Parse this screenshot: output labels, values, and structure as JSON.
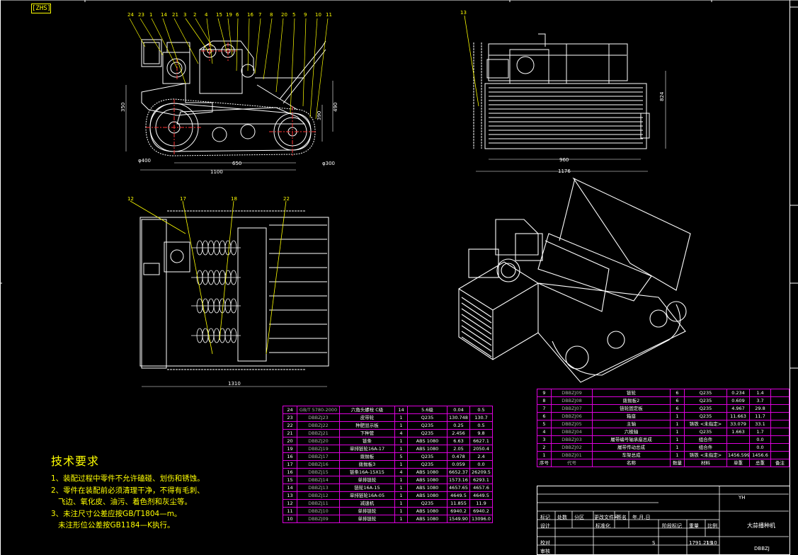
{
  "drawing": {
    "tag": "[ZHS]",
    "front_view": {
      "balloons": [
        "24",
        "23",
        "1",
        "14",
        "21",
        "3",
        "2",
        "4",
        "15",
        "19",
        "6",
        "16",
        "7",
        "8",
        "20",
        "5",
        "9",
        "10",
        "11"
      ],
      "dims": {
        "d400": "φ400",
        "d300": "φ300",
        "w1100": "1100",
        "w650": "650",
        "h350": "350",
        "h490": "490",
        "h390": "390"
      }
    },
    "side_view": {
      "balloons": [
        "13"
      ],
      "dims": {
        "w960": "960",
        "w1176": "1176",
        "h824": "824"
      }
    },
    "top_view": {
      "balloons": [
        "12",
        "17",
        "18",
        "22"
      ],
      "dims": {
        "w1310": "1310"
      }
    }
  },
  "tech": {
    "title": "技术要求",
    "lines": [
      "1、装配过程中零件不允许磕碰、划伤和锈蚀。",
      "2、零件在装配前必须清理干净，不得有毛刺、",
      "   飞边、氧化皮、油污、着色剂和灰尘等。",
      "3、未注尺寸公差应按GB/T1804—m。",
      "   未注形位公差按GB1184—K执行。"
    ]
  },
  "bom_right": [
    [
      "9",
      "DBBZJ09",
      "链轮",
      "6",
      "Q235",
      "0.234",
      "1.4",
      ""
    ],
    [
      "8",
      "DBBZJ08",
      "拨抛板2",
      "6",
      "Q235",
      "0.609",
      "3.7",
      ""
    ],
    [
      "7",
      "DBBZJ07",
      "链轮固定板",
      "6",
      "Q235",
      "4.967",
      "29.8",
      ""
    ],
    [
      "6",
      "DBBZJ06",
      "箱座",
      "1",
      "Q235",
      "11.663",
      "11.7",
      ""
    ],
    [
      "5",
      "DBBZJ05",
      "主轴",
      "1",
      "铸铁 <未指定>",
      "33.079",
      "33.1",
      ""
    ],
    [
      "4",
      "DBBZJ04",
      "六棱轴",
      "1",
      "Q235",
      "1.663",
      "1.7",
      ""
    ],
    [
      "3",
      "DBBZJ03",
      "履带编号轴承座总成",
      "1",
      "组合件",
      "",
      "0.0",
      ""
    ],
    [
      "2",
      "DBBZJ02",
      "履带传动总成",
      "1",
      "组合件",
      "",
      "0.0",
      ""
    ],
    [
      "1",
      "DBBZJ01",
      "车架总成",
      "1",
      "铸铁 <未指定>",
      "1456.599",
      "1456.6",
      ""
    ],
    [
      "序号",
      "代号",
      "名称",
      "数量",
      "材料",
      "单重",
      "总重",
      "备注"
    ]
  ],
  "bom_left": [
    [
      "24",
      "GB/T 5780-2000",
      "六角头螺栓 C级",
      "14",
      "5.6级",
      "0.04",
      "0.5"
    ],
    [
      "23",
      "DBBZJ23",
      "皮带轮",
      "1",
      "Q235",
      "130.748",
      "130.7"
    ],
    [
      "22",
      "DBBZJ22",
      "种肥显示板",
      "1",
      "Q235",
      "0.25",
      "0.5"
    ],
    [
      "21",
      "DBBZJ21",
      "下种管",
      "4",
      "Q235",
      "2.456",
      "9.8"
    ],
    [
      "20",
      "DBBZJ20",
      "链条",
      "1",
      "ABS 1080",
      "6.63",
      "6627.1"
    ],
    [
      "19",
      "DBBZJ19",
      "单排链轮16A-17",
      "1",
      "ABS 1080",
      "2.05",
      "2050.4"
    ],
    [
      "16",
      "DBBZJ17",
      "拨抛板",
      "5",
      "Q235",
      "0.478",
      "2.4"
    ],
    [
      "17",
      "DBBZJ16",
      "拨抛板3",
      "1",
      "Q235",
      "0.059",
      "0.0"
    ],
    [
      "16",
      "DBBZJ15",
      "链条16A-15X15",
      "4",
      "ABS 1080",
      "6652.37",
      "26209.5"
    ],
    [
      "15",
      "DBBZJ14",
      "单排链轮",
      "1",
      "ABS 1080",
      "1573.16",
      "6293.1"
    ],
    [
      "14",
      "DBBZJ13",
      "链轮16A-15",
      "1",
      "ABS 1080",
      "4657.65",
      "4657.6"
    ],
    [
      "13",
      "DBBZJ12",
      "单排链轮16A-05",
      "1",
      "ABS 1080",
      "4649.5",
      "4649.5"
    ],
    [
      "12",
      "DBBZJ11",
      "减速机",
      "1",
      "Q235",
      "11.855",
      "11.9"
    ],
    [
      "11",
      "DBBZJ10",
      "单排链轮",
      "1",
      "ABS 1080",
      "6940.2",
      "6940.2"
    ],
    [
      "10",
      "DBBZJ09",
      "单排链轮",
      "1",
      "ABS 1080",
      "1549.90",
      "13096.0"
    ]
  ],
  "title_block": {
    "code": "YH",
    "name": "大蒜播种机",
    "drawing_no": "DBBZJ",
    "labels": {
      "mark": "标记",
      "count": "处数",
      "zone": "分区",
      "change_doc": "更改文件号",
      "sign": "签名",
      "date": "年.月.日",
      "design": "设计",
      "std": "标准化",
      "stage": "阶段标记",
      "weight": "重量",
      "scale": "比例",
      "check": "校对",
      "audit": "审核"
    },
    "weight_value": "1791.219",
    "scale_value": "1:10",
    "stage_value": "S"
  }
}
